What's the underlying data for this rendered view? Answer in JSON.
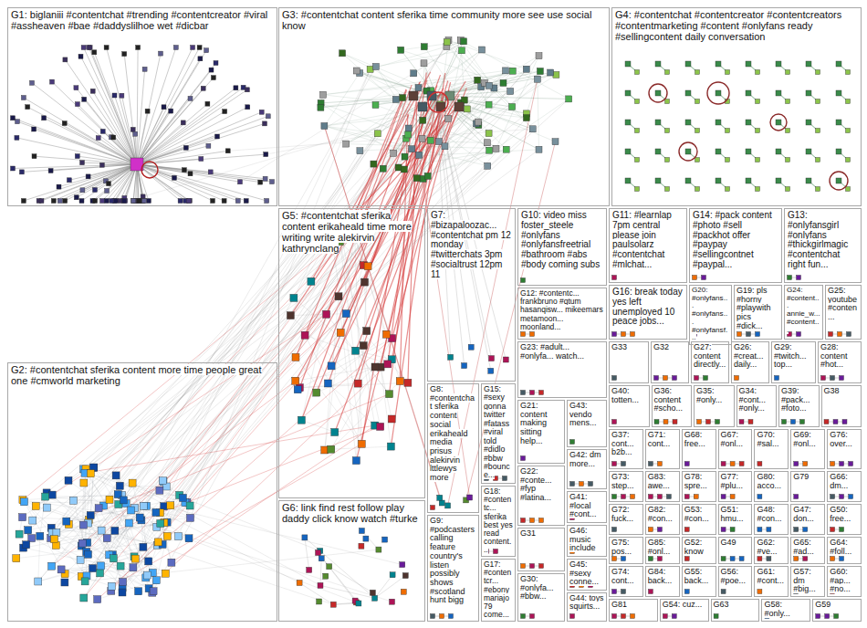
{
  "diagram": {
    "nodes": [
      {
        "text": [
          "G1: biglaniii #contentchat #trending #contentcreator #viral #assheaven #bae #daddyslilhoe wet #dicbar"
        ]
      },
      {
        "text": [
          "G3: #contentchat content sferika time community more see use social know"
        ]
      },
      {
        "text": [
          "G4: #contentchat #contentcreator #contentcreators #contentmarketing #content #onlyfans ready #sellingcontent daily conversation"
        ]
      },
      {
        "text": [
          "G5: #contentchat sferika content erikaheald time more writing write alekirvin kathrynclang"
        ]
      },
      {
        "text": [
          "G7: #bizapaloozac... #contentchat pm 12 monday #twitterchats 3pm #socialtrust 12pm 11"
        ]
      },
      {
        "text": [
          "G10: video miss foster_steele #onlyfans #onlyfansfreetrial #bathroom #abs #body coming subs"
        ]
      },
      {
        "text": [
          "G11: #learnlap 7pm central please join paulsolarz #contentchat #mlchat..."
        ]
      },
      {
        "text": [
          "G14: #pack content #photo #sell #packhot offer #paypay #sellingcontnet #paypal..."
        ]
      },
      {
        "text": [
          "G13: #onlyfansgirl #onlyfans #thickgirlmagic #contentchat right fun..."
        ]
      },
      {
        "text": [
          "G12: #contentc... frankbruno #qtum hasanqisw... mikeemars metamoon... moonland..."
        ]
      },
      {
        "text": [
          "G16: break today yes left unemployed 10 peace jobs..."
        ]
      },
      {
        "text": [
          "G20: #onlyfans... #onlyfans... #onlyfansf..."
        ]
      },
      {
        "text": [
          "G19: pls #horny #playwith pics #dick..."
        ]
      },
      {
        "text": [
          "G24: #content... annie_w... #content..."
        ]
      },
      {
        "text": [
          "G25: youtube #conten..."
        ]
      },
      {
        "text": [
          "G23: #adult... #onlyfa... watch..."
        ]
      },
      {
        "text": [
          "G33"
        ]
      },
      {
        "text": [
          "G32"
        ]
      },
      {
        "text": [
          "G27: content directly..."
        ]
      },
      {
        "text": [
          "G26: #creat... daily..."
        ]
      },
      {
        "text": [
          "G29: #twitch... top..."
        ]
      },
      {
        "text": [
          "G28: content #hot..."
        ]
      },
      {
        "text": [
          "G2: #contentchat sferika content more time people great one #cmworld marketing"
        ]
      },
      {
        "text": [
          "G8: #contentchat sferika content social erikaheald media prisus alekirvin lttlewys more"
        ]
      },
      {
        "text": [
          "G15: #sexy gonna twitter #fatass #viral told #didlo #bbw #bounce..."
        ]
      },
      {
        "text": [
          "G21: content making sitting help..."
        ]
      },
      {
        "text": [
          "G43: vendo mens..."
        ]
      },
      {
        "text": [
          "G40: totten..."
        ]
      },
      {
        "text": [
          "G36: content #scho..."
        ]
      },
      {
        "text": [
          "G35: #only..."
        ]
      },
      {
        "text": [
          "G34: #cont... #only..."
        ]
      },
      {
        "text": [
          "G39: #pack... #foto..."
        ]
      },
      {
        "text": [
          "G38"
        ]
      },
      {
        "text": [
          "G37: cont... b2b..."
        ]
      },
      {
        "text": [
          "G71: cont..."
        ]
      },
      {
        "text": [
          "G68: free..."
        ]
      },
      {
        "text": [
          "G67: #onl..."
        ]
      },
      {
        "text": [
          "G70: #sal..."
        ]
      },
      {
        "text": [
          "G69: #onl..."
        ]
      },
      {
        "text": [
          "G76: over..."
        ]
      },
      {
        "text": [
          "G42: dm more..."
        ]
      },
      {
        "text": [
          "G22: #conte... #fyp #latina..."
        ]
      },
      {
        "text": [
          "G73: step..."
        ]
      },
      {
        "text": [
          "G83: awe..."
        ]
      },
      {
        "text": [
          "G78: spre..."
        ]
      },
      {
        "text": [
          "G77: #plu..."
        ]
      },
      {
        "text": [
          "G80: acco..."
        ]
      },
      {
        "text": [
          "G79"
        ]
      },
      {
        "text": [
          "G66: dm..."
        ]
      },
      {
        "text": [
          "G18: #contentc... sferika best yes read content..."
        ]
      },
      {
        "text": [
          "G41: #local #cont..."
        ]
      },
      {
        "text": [
          "G6: link find rest follow play daddy click know watch #turke"
        ]
      },
      {
        "text": [
          "G72: fuck..."
        ]
      },
      {
        "text": [
          "G82: #con..."
        ]
      },
      {
        "text": [
          "G53: #con..."
        ]
      },
      {
        "text": [
          "G51: hmu..."
        ]
      },
      {
        "text": [
          "G48: #con..."
        ]
      },
      {
        "text": [
          "G47: don..."
        ]
      },
      {
        "text": [
          "G50: free..."
        ]
      },
      {
        "text": [
          "G9: #podcasters calling feature country's listen possibly shows #scotland hunt bigg"
        ]
      },
      {
        "text": [
          "G31"
        ]
      },
      {
        "text": [
          "G46: music include"
        ]
      },
      {
        "text": [
          "G75: pos..."
        ]
      },
      {
        "text": [
          "G85: #onl..."
        ]
      },
      {
        "text": [
          "G52: know"
        ]
      },
      {
        "text": [
          "G49"
        ]
      },
      {
        "text": [
          "G62: #ve..."
        ]
      },
      {
        "text": [
          "G65: #ad..."
        ]
      },
      {
        "text": [
          "G64: #foll..."
        ]
      },
      {
        "text": [
          "G45: #sexy conne..."
        ]
      },
      {
        "text": [
          "G17: #contentcr... #ebony mariajo79 come..."
        ]
      },
      {
        "text": [
          "G30: #onlyfa... #bbw..."
        ]
      },
      {
        "text": [
          "G74: cont..."
        ]
      },
      {
        "text": [
          "G84: back..."
        ]
      },
      {
        "text": [
          "G55: back..."
        ]
      },
      {
        "text": [
          "G56: #poe..."
        ]
      },
      {
        "text": [
          "G61: #cont..."
        ]
      },
      {
        "text": [
          "G57: dm #big..."
        ]
      },
      {
        "text": [
          "G60: #ap... #no..."
        ]
      },
      {
        "text": [
          "G44: toys squirts..."
        ]
      },
      {
        "text": [
          "G81"
        ]
      },
      {
        "text": [
          "G54: cuz..."
        ]
      },
      {
        "text": [
          "G63"
        ]
      },
      {
        "text": [
          "G58: #only..."
        ]
      },
      {
        "text": [
          "G59"
        ]
      }
    ]
  }
}
